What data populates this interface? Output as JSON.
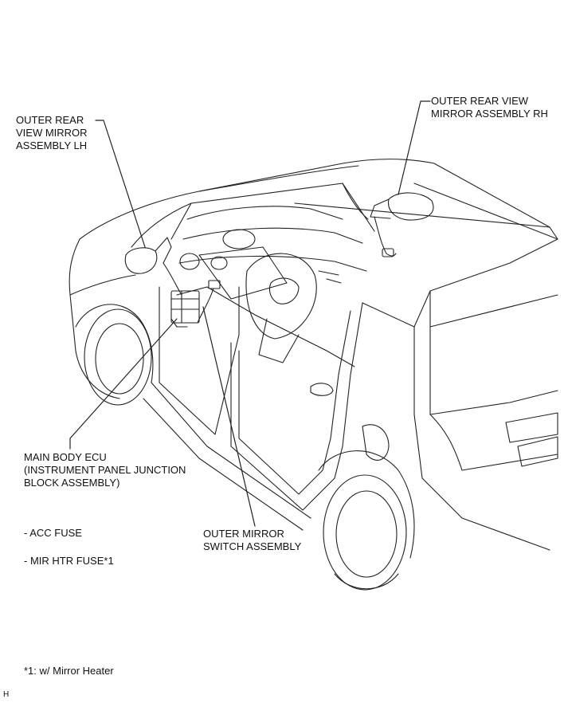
{
  "labels": {
    "mirror_lh": "OUTER REAR\nVIEW MIRROR\nASSEMBLY LH",
    "mirror_rh": "OUTER REAR VIEW\nMIRROR ASSEMBLY RH",
    "ecu": "MAIN BODY ECU\n(INSTRUMENT PANEL JUNCTION\nBLOCK ASSEMBLY)",
    "switch": "OUTER MIRROR\nSWITCH ASSEMBLY",
    "fuse_acc": "- ACC FUSE",
    "fuse_mir": "- MIR HTR FUSE*1",
    "footnote": "*1: w/ Mirror Heater",
    "corner": "H"
  }
}
